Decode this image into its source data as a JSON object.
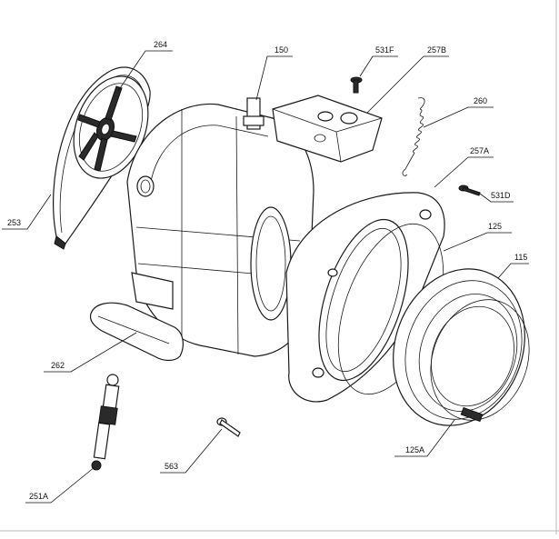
{
  "labels": {
    "l264": "264",
    "l150": "150",
    "l531F": "531F",
    "l257B": "257B",
    "l260": "260",
    "l257A": "257A",
    "l531D": "531D",
    "l125": "125",
    "l115": "115",
    "l253": "253",
    "l262": "262",
    "l563": "563",
    "l125A": "125A",
    "l251A": "251A"
  }
}
